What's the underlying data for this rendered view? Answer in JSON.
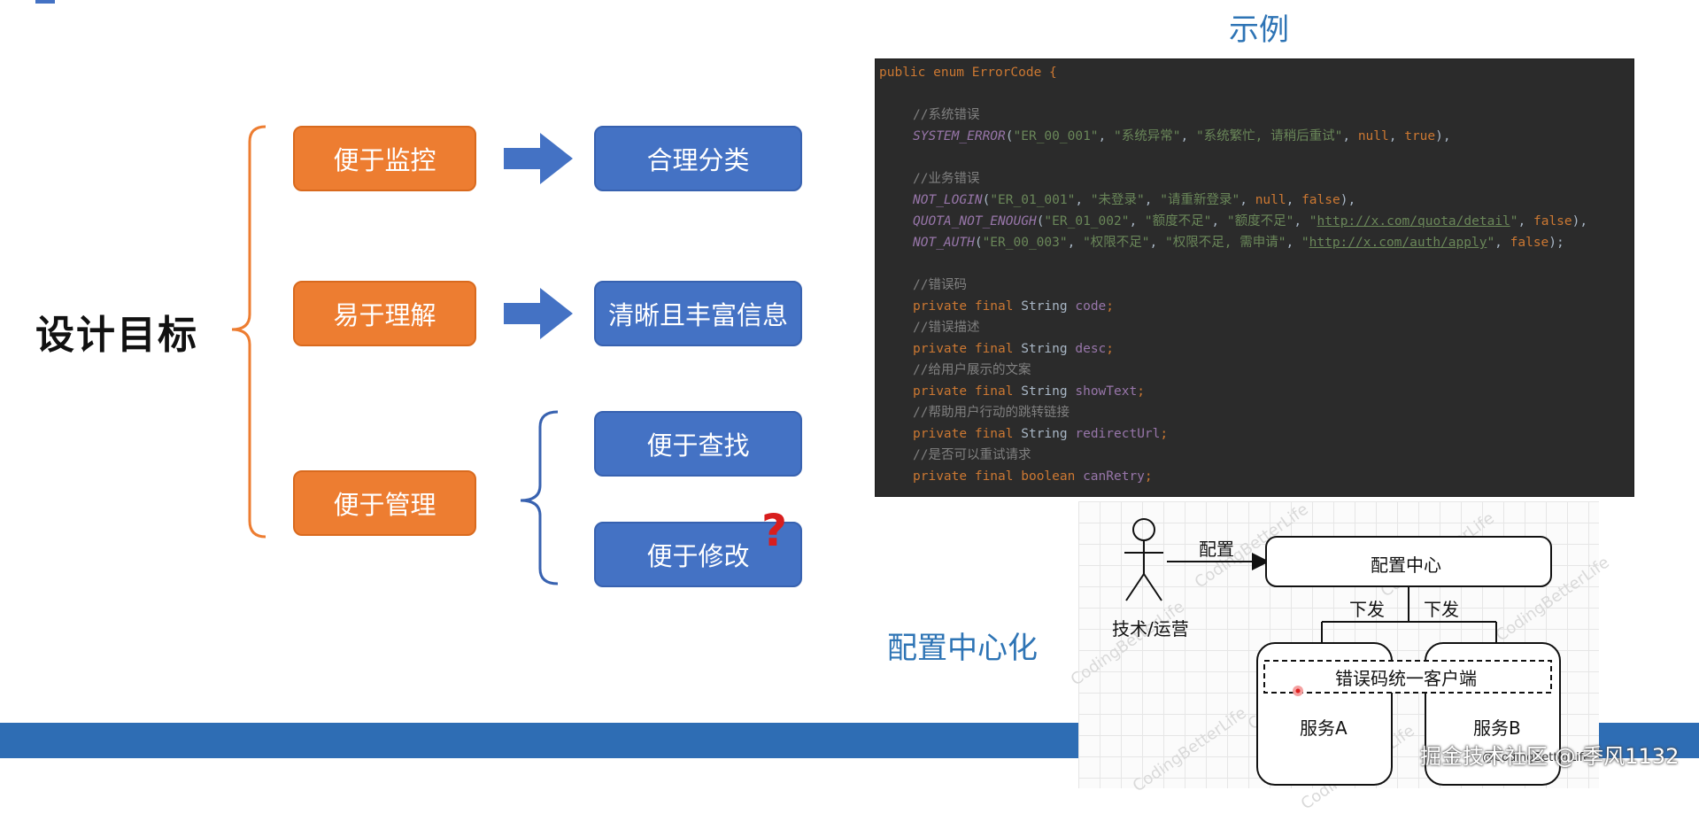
{
  "design_goals": {
    "title": "设计目标",
    "left_column": [
      "便于监控",
      "易于理解",
      "便于管理"
    ],
    "right_column": [
      "合理分类",
      "清晰且丰富信息",
      "便于查找",
      "便于修改"
    ],
    "question_mark": "?"
  },
  "example": {
    "title": "示例",
    "code": {
      "l1": "public enum ErrorCode {",
      "c_system": "//系统错误",
      "system_error": {
        "name": "SYSTEM_ERROR",
        "args": [
          "\"ER_00_001\"",
          "\"系统异常\"",
          "\"系统繁忙, 请稍后重试\""
        ],
        "tail": [
          "null",
          "true"
        ]
      },
      "c_business": "//业务错误",
      "not_login": {
        "name": "NOT_LOGIN",
        "args": [
          "\"ER_01_001\"",
          "\"未登录\"",
          "\"请重新登录\""
        ],
        "tail": [
          "null",
          "false"
        ]
      },
      "quota": {
        "name": "QUOTA_NOT_ENOUGH",
        "args": [
          "\"ER_01_002\"",
          "\"额度不足\"",
          "\"额度不足\""
        ],
        "link": "http://x.com/quota/detail",
        "tail": [
          "false"
        ]
      },
      "not_auth": {
        "name": "NOT_AUTH",
        "args": [
          "\"ER_00_003\"",
          "\"权限不足\"",
          "\"权限不足, 需申请\""
        ],
        "link": "http://x.com/auth/apply",
        "tail": [
          "false"
        ]
      },
      "c_code": "//错误码",
      "c_desc": "//错误描述",
      "c_show": "//给用户展示的文案",
      "c_redirect": "//帮助用户行动的跳转链接",
      "c_retry": "//是否可以重试请求",
      "fields": [
        {
          "type": "String",
          "name": "code"
        },
        {
          "type": "String",
          "name": "desc"
        },
        {
          "type": "String",
          "name": "showText"
        },
        {
          "type": "String",
          "name": "redirectUrl"
        },
        {
          "type": "boolean",
          "name": "canRetry"
        }
      ],
      "kw_private": "private",
      "kw_final": "final"
    }
  },
  "config_diagram": {
    "title": "配置中心化",
    "actor": "技术/运营",
    "config_label": "配置",
    "config_center": "配置中心",
    "dispatch_left": "下发",
    "dispatch_right": "下发",
    "client": "错误码统一客户端",
    "service_a": "服务A",
    "service_b": "服务B",
    "watermark": "CodingBetterLife",
    "credit": "@CodingBetterLife"
  },
  "footer": {
    "watermark": "掘金技术社区 @ 季风1132"
  },
  "colors": {
    "orange": "#ed7d31",
    "blue": "#4472c4",
    "title_blue": "#2e74b5",
    "band": "#2e6db4",
    "code_bg": "#2b2b2b"
  }
}
